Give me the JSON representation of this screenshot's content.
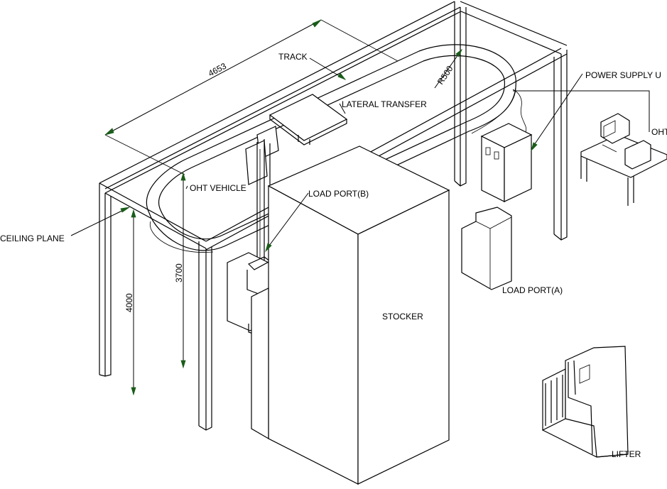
{
  "labels": {
    "track": "TRACK",
    "lateral_transfer": "LATERAL TRANSFER",
    "power_supply": "POWER SUPPLY U",
    "oht": "OHT",
    "oht_vehicle": "OHT VEHICLE",
    "load_port_b": "LOAD PORT(B)",
    "load_port_a": "LOAD PORT(A)",
    "ceiling_plane": "CEILING PLANE",
    "stocker": "STOCKER",
    "lifter": "LIFTER"
  },
  "dimensions": {
    "length": "4653",
    "radius": "R500",
    "height_vehicle": "3700",
    "height_ceiling": "4000"
  }
}
